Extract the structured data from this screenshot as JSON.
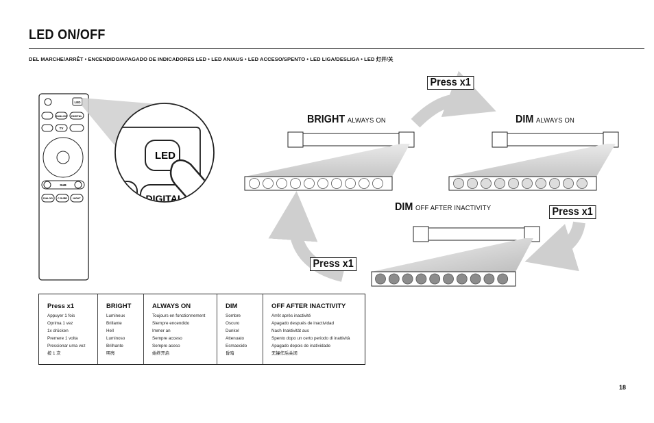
{
  "page": {
    "title": "LED ON/OFF",
    "subtitle": "DEL MARCHE/ARRÊT • ENCENDIDO/APAGADO DE INDICADORES LED • LED AN/AUS • LED ACCESO/SPENTO • LED LIGA/DESLIGA • LED 灯开/关",
    "page_number": "18"
  },
  "remote": {
    "buttons": {
      "led": "LED",
      "analog": "ANALOG",
      "digital": "DIGITAL",
      "tv": "TV",
      "sub": "SUB",
      "dialog": "DIALOG",
      "csurround": "C SURR",
      "night": "NIGHT"
    },
    "zoom_led": "LED",
    "zoom_digital": "DIGITAL"
  },
  "states": {
    "bright": {
      "title": "BRIGHT",
      "detail": "ALWAYS ON"
    },
    "dim_on": {
      "title": "DIM",
      "detail": "ALWAYS ON"
    },
    "dim_off": {
      "title": "DIM",
      "detail": "OFF AFTER INACTIVITY"
    }
  },
  "press": {
    "top": "Press x1",
    "right": "Press x1",
    "left": "Press x1"
  },
  "table": {
    "columns": [
      {
        "head": "Press x1",
        "rows": [
          "Appuyer 1 fois",
          "Oprima 1 vez",
          "1x drücken",
          "Premere 1 volta",
          "Pressionar uma vez",
          "按 1 次"
        ]
      },
      {
        "head": "BRIGHT",
        "rows": [
          "Lumineux",
          "Brillante",
          "Hell",
          "Luminoso",
          "Brilhante",
          "明亮"
        ]
      },
      {
        "head": "ALWAYS ON",
        "rows": [
          "Toujours en fonctionnement",
          "Siempre encendido",
          "Immer an",
          "Sempre acceso",
          "Sempre aceso",
          "始终开启"
        ]
      },
      {
        "head": "DIM",
        "rows": [
          "Sombre",
          "Oscuro",
          "Dunkel",
          "Attenuato",
          "Esmaecido",
          "昏暗"
        ]
      },
      {
        "head": "OFF AFTER INACTIVITY",
        "rows": [
          "Arrêt après inactivité",
          "Apagado después de inactividad",
          "Nach Inaktivität aus",
          "Spento dopo un certo periodo di inattività",
          "Apagado depois de inatividade",
          "无操作后关闭"
        ]
      }
    ]
  },
  "colors": {
    "text": "#111111",
    "led_bright": "#ffffff",
    "led_dim": "#dddddd",
    "led_off": "#8c8c8c",
    "arrow": "#cfcfcf"
  }
}
